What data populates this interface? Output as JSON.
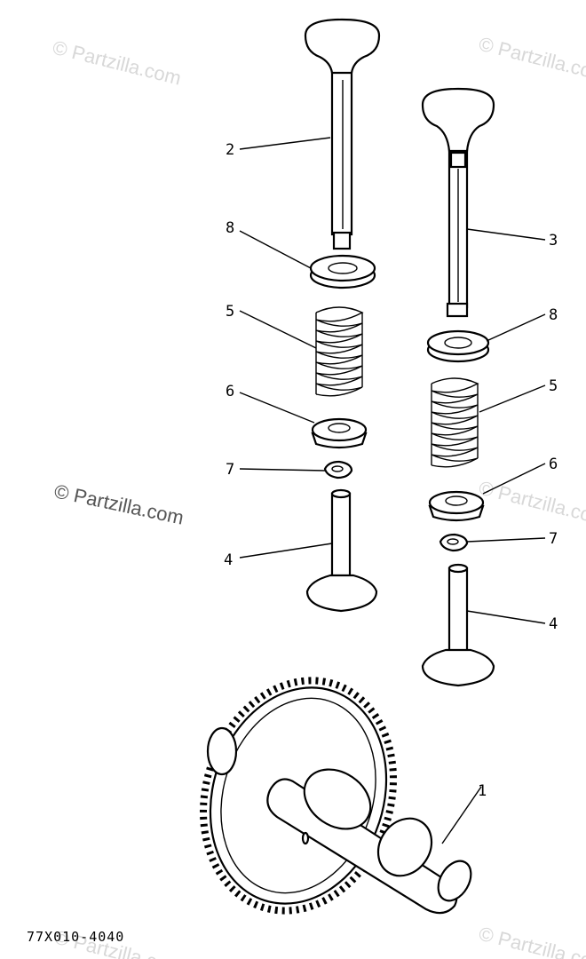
{
  "diagram": {
    "part_number": "77X010-4040",
    "watermark_main": "© Partzilla.com",
    "watermark_faint": "© Partzilla.com",
    "callouts": {
      "c1": "1",
      "c2": "2",
      "c3": "3",
      "c4a": "4",
      "c4b": "4",
      "c5a": "5",
      "c5b": "5",
      "c6a": "6",
      "c6b": "6",
      "c7a": "7",
      "c7b": "7",
      "c8a": "8",
      "c8b": "8"
    }
  }
}
